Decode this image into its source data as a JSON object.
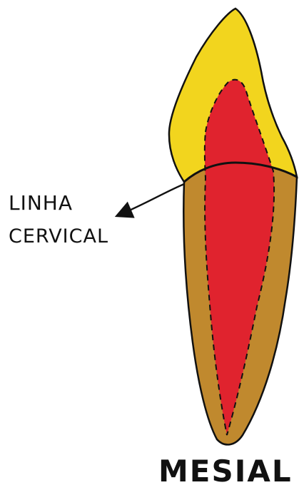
{
  "annotation": {
    "line1": "LINHA",
    "line2": "CERVICAL"
  },
  "view_label": "MESIAL",
  "colors": {
    "crown": "#f2d51e",
    "root": "#c0892e",
    "pulp": "#e0232e",
    "outline": "#111111"
  }
}
